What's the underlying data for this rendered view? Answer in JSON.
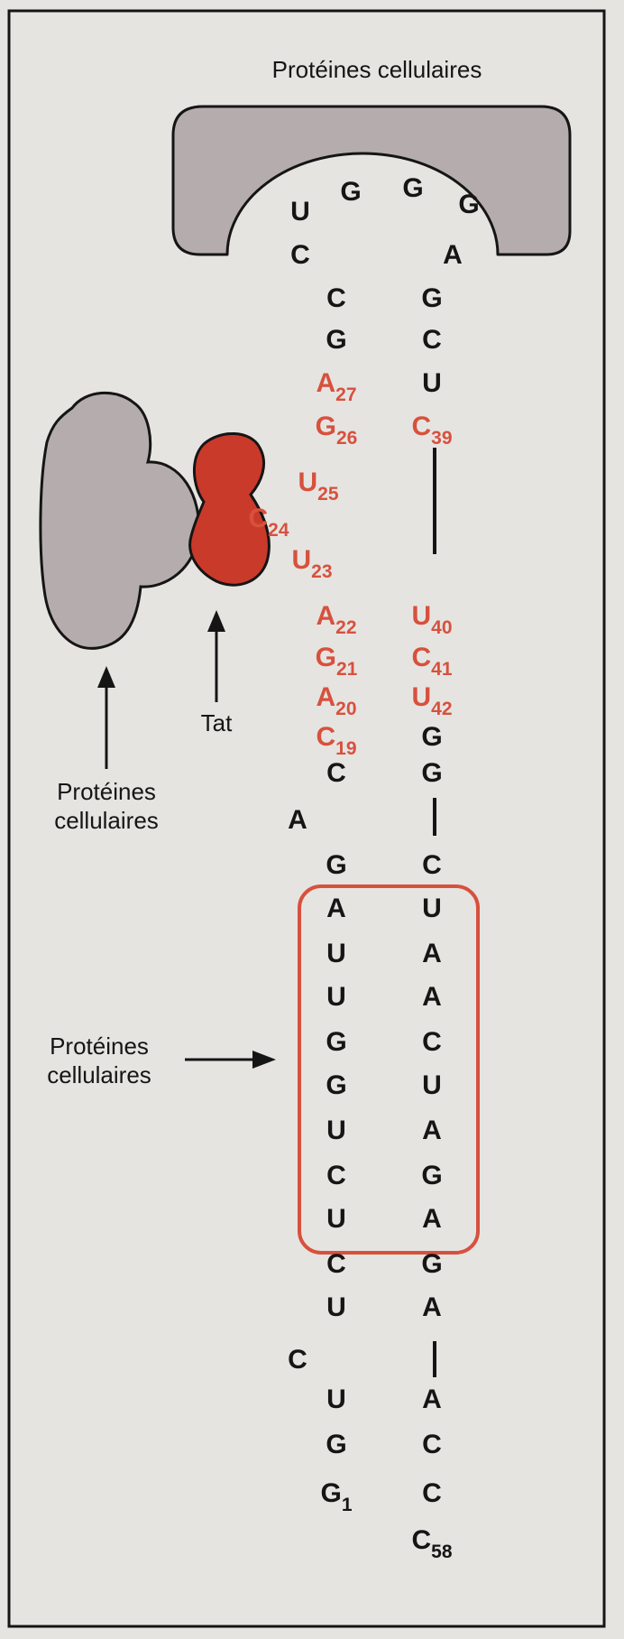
{
  "colors": {
    "background": "#e6e4e1",
    "protein_gray": "#b5adad",
    "tat_red": "#c93a2a",
    "highlight_red": "#d7513d",
    "ink": "#151515"
  },
  "labels": {
    "top_proteins": "Protéines cellulaires",
    "left_proteins": [
      "Protéines",
      "cellulaires"
    ],
    "tat": "Tat",
    "middle_proteins": [
      "Protéines",
      "cellulaires"
    ]
  },
  "loop": {
    "left": [
      "C",
      "U"
    ],
    "top": [
      "G",
      "G",
      "G"
    ],
    "right": [
      "A"
    ]
  },
  "left_strand": [
    {
      "base": "C",
      "num": "",
      "red": false
    },
    {
      "base": "G",
      "num": "",
      "red": false
    },
    {
      "base": "A",
      "num": "27",
      "red": true
    },
    {
      "base": "G",
      "num": "26",
      "red": true
    },
    {
      "base": "U",
      "num": "25",
      "red": true
    },
    {
      "base": "C",
      "num": "24",
      "red": true
    },
    {
      "base": "U",
      "num": "23",
      "red": true
    },
    {
      "base": "A",
      "num": "22",
      "red": true
    },
    {
      "base": "G",
      "num": "21",
      "red": true
    },
    {
      "base": "A",
      "num": "20",
      "red": true
    },
    {
      "base": "C",
      "num": "19",
      "red": true
    },
    {
      "base": "C",
      "num": "",
      "red": false
    },
    {
      "base": "A",
      "num": "",
      "red": false
    },
    {
      "base": "G",
      "num": "",
      "red": false
    },
    {
      "base": "A",
      "num": "",
      "red": false
    },
    {
      "base": "U",
      "num": "",
      "red": false
    },
    {
      "base": "U",
      "num": "",
      "red": false
    },
    {
      "base": "G",
      "num": "",
      "red": false
    },
    {
      "base": "G",
      "num": "",
      "red": false
    },
    {
      "base": "U",
      "num": "",
      "red": false
    },
    {
      "base": "C",
      "num": "",
      "red": false
    },
    {
      "base": "U",
      "num": "",
      "red": false
    },
    {
      "base": "C",
      "num": "",
      "red": false
    },
    {
      "base": "U",
      "num": "",
      "red": false
    },
    {
      "base": "C",
      "num": "",
      "red": false
    },
    {
      "base": "U",
      "num": "",
      "red": false
    },
    {
      "base": "G",
      "num": "",
      "red": false
    },
    {
      "base": "G",
      "num": "1",
      "red": false
    }
  ],
  "right_strand": [
    {
      "base": "G",
      "num": "",
      "red": false
    },
    {
      "base": "C",
      "num": "",
      "red": false
    },
    {
      "base": "U",
      "num": "",
      "red": false
    },
    {
      "base": "C",
      "num": "39",
      "red": true
    },
    {
      "base": "U",
      "num": "40",
      "red": true
    },
    {
      "base": "C",
      "num": "41",
      "red": true
    },
    {
      "base": "U",
      "num": "42",
      "red": true
    },
    {
      "base": "G",
      "num": "",
      "red": false
    },
    {
      "base": "G",
      "num": "",
      "red": false
    },
    {
      "base": "C",
      "num": "",
      "red": false
    },
    {
      "base": "U",
      "num": "",
      "red": false
    },
    {
      "base": "A",
      "num": "",
      "red": false
    },
    {
      "base": "A",
      "num": "",
      "red": false
    },
    {
      "base": "C",
      "num": "",
      "red": false
    },
    {
      "base": "U",
      "num": "",
      "red": false
    },
    {
      "base": "A",
      "num": "",
      "red": false
    },
    {
      "base": "G",
      "num": "",
      "red": false
    },
    {
      "base": "A",
      "num": "",
      "red": false
    },
    {
      "base": "G",
      "num": "",
      "red": false
    },
    {
      "base": "A",
      "num": "",
      "red": false
    },
    {
      "base": "A",
      "num": "",
      "red": false
    },
    {
      "base": "C",
      "num": "",
      "red": false
    },
    {
      "base": "C",
      "num": "",
      "red": false
    },
    {
      "base": "C",
      "num": "58",
      "red": false
    }
  ]
}
